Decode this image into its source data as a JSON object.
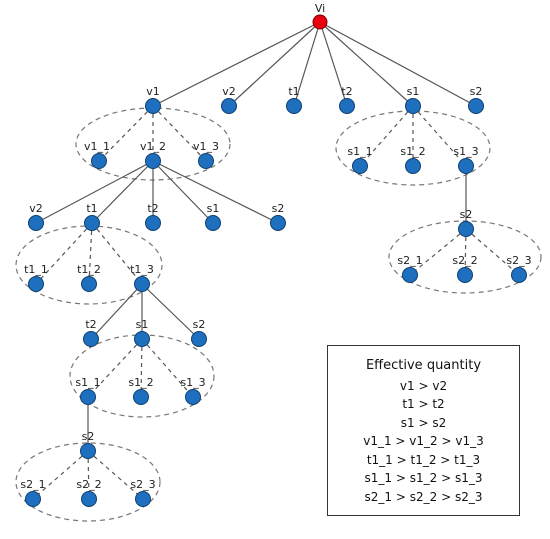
{
  "tree": {
    "root": "Vi",
    "level1": [
      "v1",
      "v2",
      "t1",
      "t2",
      "s1",
      "s2"
    ],
    "v1_children": [
      "v1_1",
      "v1_2",
      "v1_3"
    ],
    "s1_children": [
      "s1_1",
      "s1_2",
      "s1_3"
    ],
    "s1_3_child": "s2",
    "s2_children": [
      "s2_1",
      "s2_2",
      "s2_3"
    ],
    "v1_2_children": [
      "v2",
      "t1",
      "t2",
      "s1",
      "s2"
    ],
    "t1_children": [
      "t1_1",
      "t1_2",
      "t1_3"
    ],
    "t1_3_children": [
      "t2",
      "s1",
      "s2"
    ],
    "s1_children_lower": [
      "s1_1",
      "s1_2",
      "s1_3"
    ],
    "s1_1_child": "s2",
    "s2_children_lower": [
      "s2_1",
      "s2_2",
      "s2_3"
    ]
  },
  "legend": {
    "title": "Effective quantity",
    "lines": [
      "v1 > v2",
      "t1 > t2",
      "s1 > s2",
      "v1_1 > v1_2 > v1_3",
      "t1_1 > t1_2 > t1_3",
      "s1_1 > s1_2 > s1_3",
      "s2_1 > s2_2 > s2_3"
    ]
  },
  "colors": {
    "root_node": "#e8000d",
    "node": "#1f6fbf",
    "node_stroke": "#0d3f70",
    "edge": "#555555",
    "group_outline": "#777777"
  }
}
